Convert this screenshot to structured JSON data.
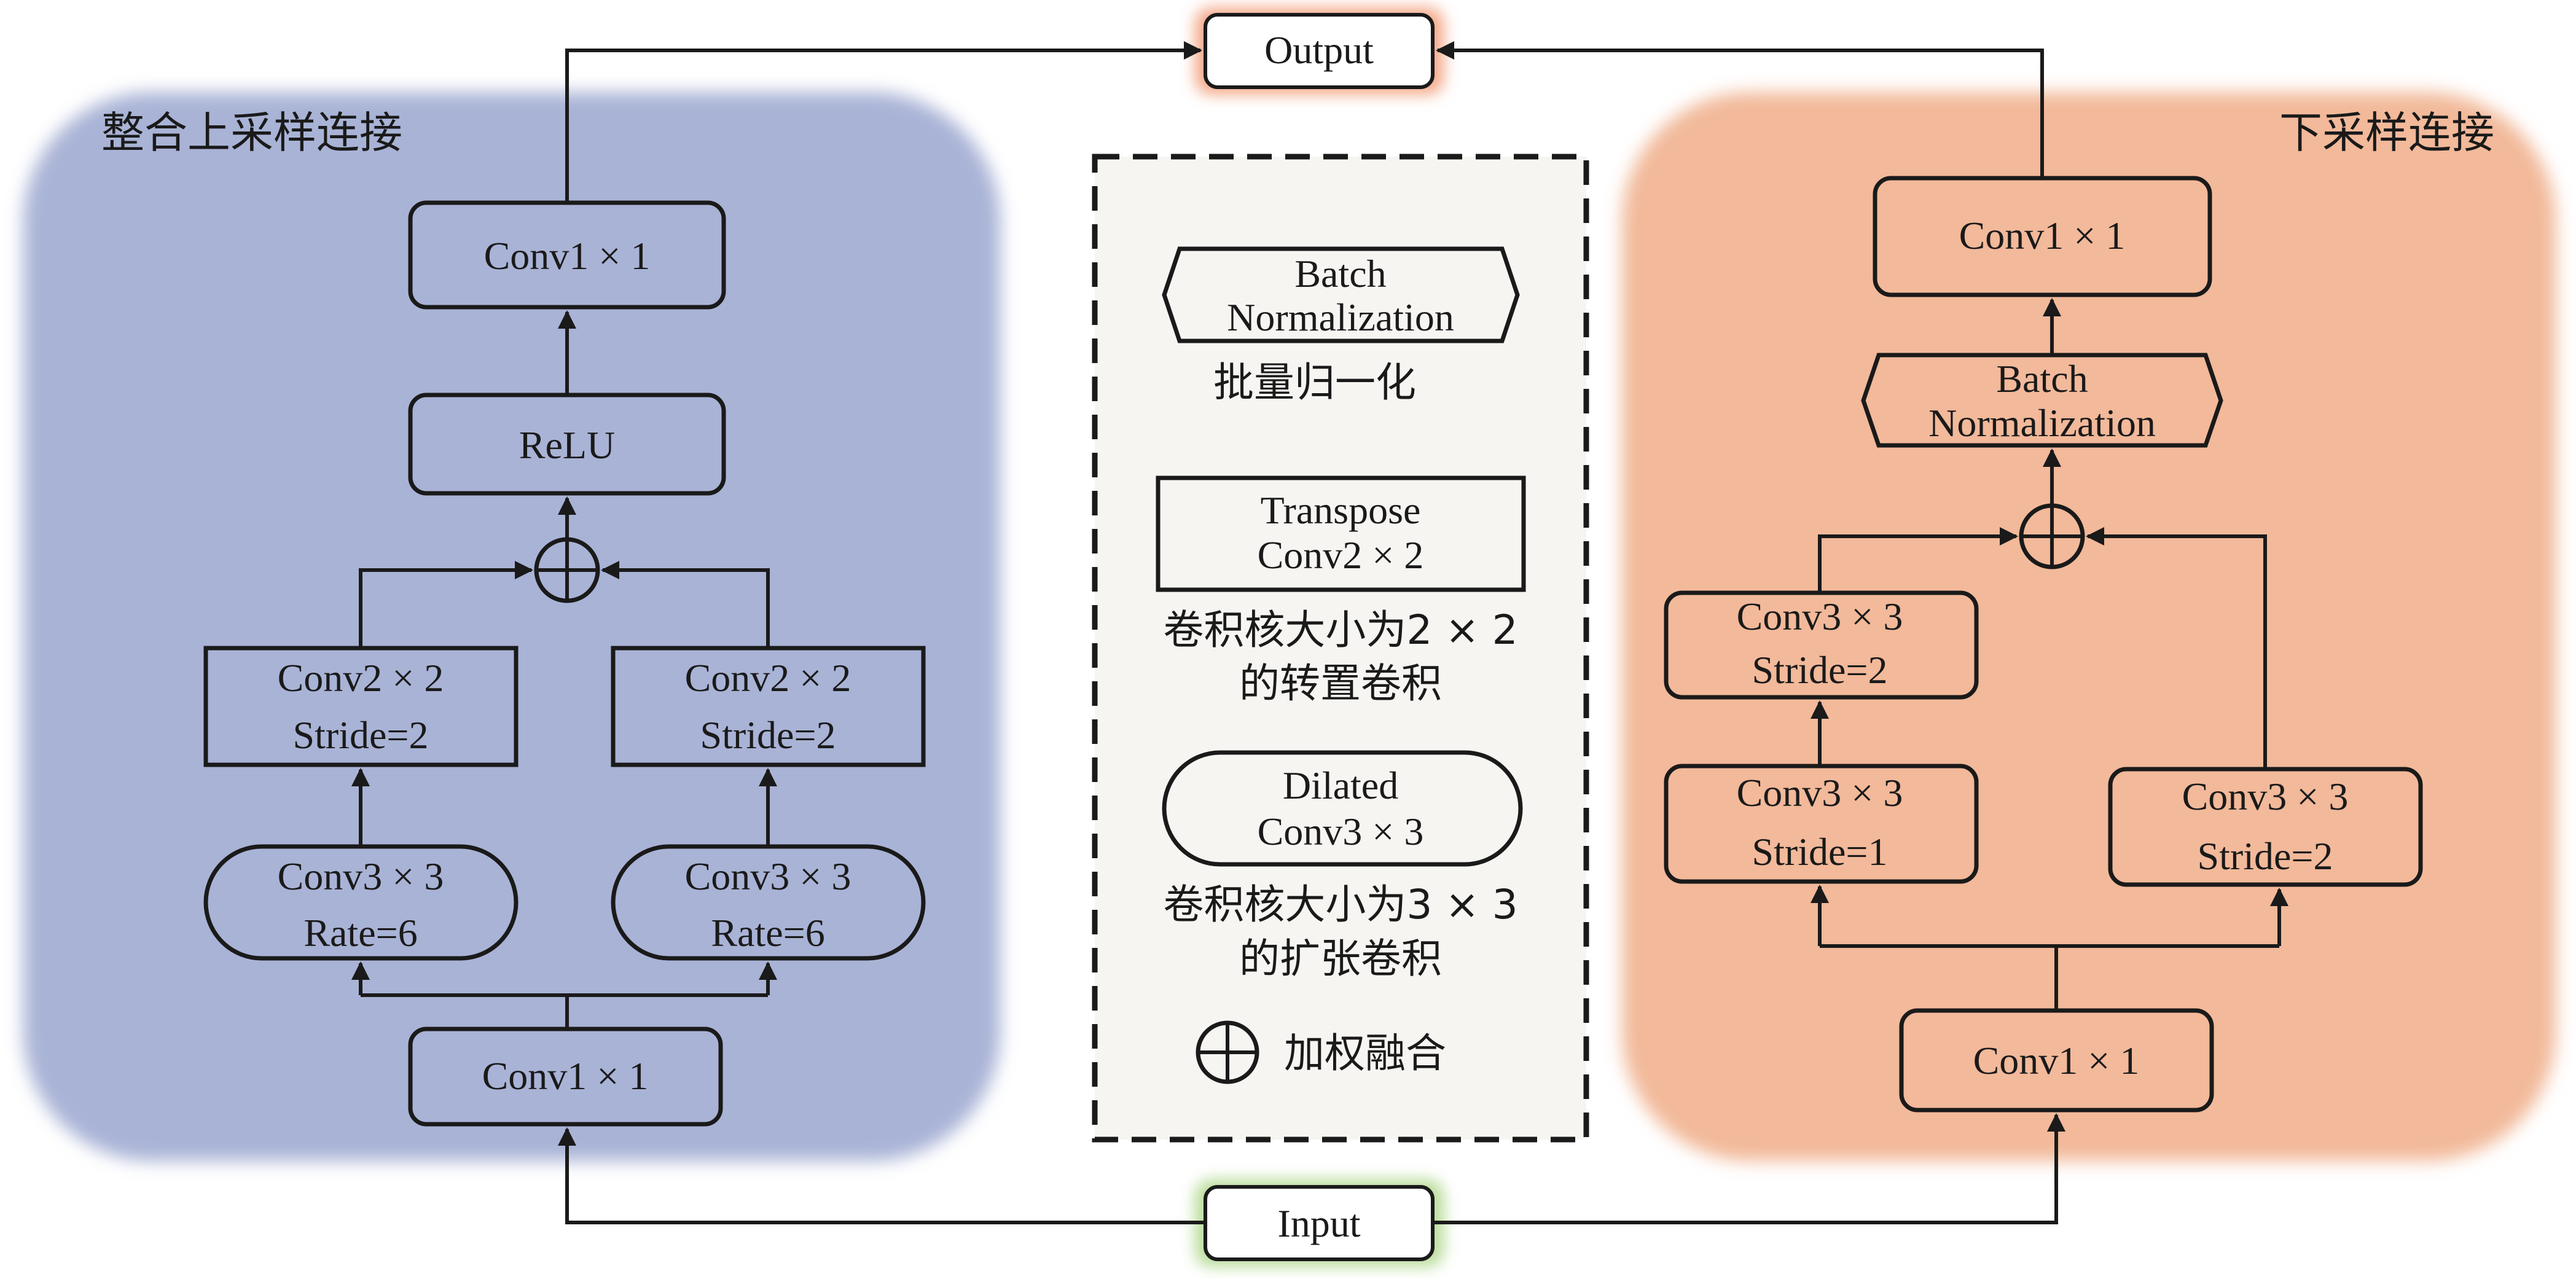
{
  "output_label": "Output",
  "input_label": "Input",
  "left_panel": {
    "title": "整合上采样连接",
    "color": "#a9b3d6",
    "conv_top": "Conv1 × 1",
    "relu": "ReLU",
    "conv_bottom": "Conv1 × 1",
    "transpose_left": {
      "line1": "Conv2 × 2",
      "line2": "Stride=2"
    },
    "transpose_right": {
      "line1": "Conv2 × 2",
      "line2": "Stride=2"
    },
    "dilated_left": {
      "line1": "Conv3 × 3",
      "line2": "Rate=6"
    },
    "dilated_right": {
      "line1": "Conv3 × 3",
      "line2": "Rate=6"
    }
  },
  "right_panel": {
    "title": "下采样连接",
    "color": "#f2b99a",
    "conv_top": "Conv1 × 1",
    "batch_norm": {
      "line1": "Batch",
      "line2": "Normalization"
    },
    "conv_s2_upper": {
      "line1": "Conv3 × 3",
      "line2": "Stride=2"
    },
    "conv_s1": {
      "line1": "Conv3 × 3",
      "line2": "Stride=1"
    },
    "conv_s2_right": {
      "line1": "Conv3 × 3",
      "line2": "Stride=2"
    },
    "conv_bottom": "Conv1 × 1"
  },
  "legend": {
    "batch_norm": {
      "line1": "Batch",
      "line2": "Normalization",
      "desc": "批量归一化"
    },
    "transpose": {
      "line1": "Transpose",
      "line2": "Conv2 × 2",
      "desc1": "卷积核大小为2 × 2",
      "desc2": "的转置卷积"
    },
    "dilated": {
      "line1": "Dilated",
      "line2": "Conv3 × 3",
      "desc1": "卷积核大小为3 × 3",
      "desc2": "的扩张卷积"
    },
    "fusion": {
      "desc": "加权融合"
    }
  },
  "colors": {
    "output_glow": "#f4a888",
    "input_glow": "#b8dc98",
    "legend_bg": "#f7f5f2"
  }
}
